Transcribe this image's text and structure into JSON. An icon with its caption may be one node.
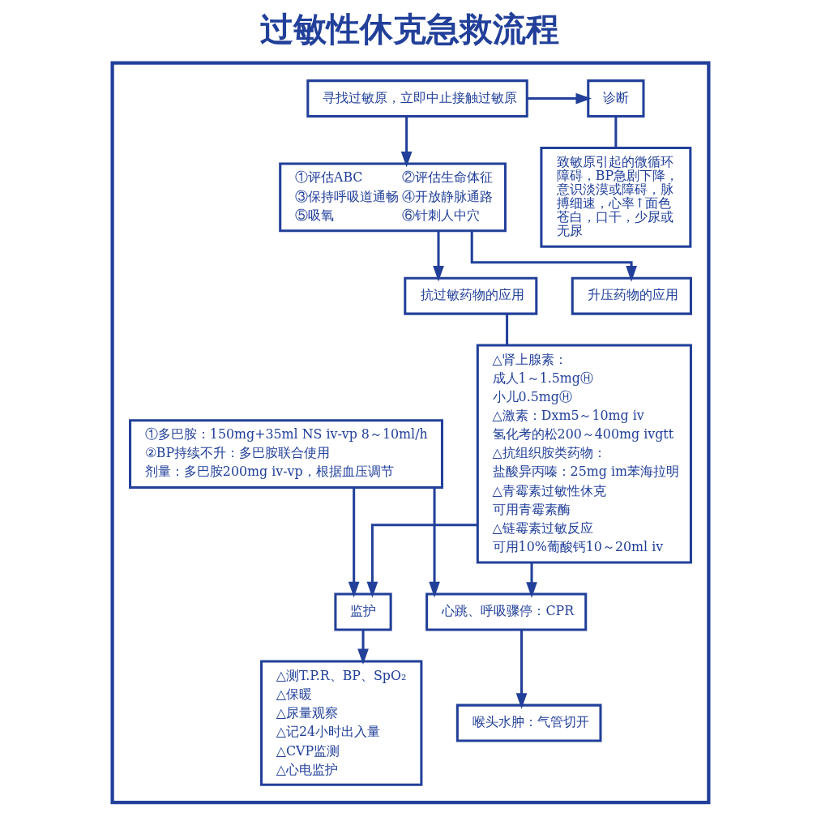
{
  "diagram": {
    "title": "过敏性休克急救流程",
    "nodes": [
      {
        "text": [],
        "shape": "box"
      },
      {
        "text": [
          "诊断"
        ],
        "in": 0
      },
      {
        "text": [
          "寻找过敏原，立即中止接触过敏原"
        ],
        "in": 0
      },
      {
        "text": [
          "致敏原引起的微循环障碍，BP急剧下降，意识淡漠或障碍，脉搏细速，心率↑面色苍白，口干，少尿或无尿"
        ],
        "in": 0
      },
      {
        "text": [
          "①评估ABC",
          "②评估生命体征",
          "③保持呼吸道通畅",
          "④开放静脉通路",
          "⑤吸氧",
          "⑥针刺人中穴"
        ],
        "in": 0
      },
      {
        "text": [
          "抗过敏药物的应用"
        ],
        "in": 0
      },
      {
        "text": [
          "升压药物的应用"
        ],
        "in": 0
      },
      {
        "text": [
          "△肾上腺素：",
          "成人1～1.5mgⒽ",
          "小儿0.5mgⒽ",
          "△激素：Dxm5～10mg iv",
          "氢化考的松200～400mg ivgtt",
          "△抗组织胺类药物：",
          "盐酸异丙嗪：25mg im苯海拉明",
          "△青霉素过敏性休克",
          "可用青霉素酶",
          "△链霉素过敏反应",
          "可用10%葡酸钙10～20ml iv"
        ],
        "in": 0
      },
      {
        "text": [
          "①多巴胺：150mg+35ml NS iv-vp 8～10ml/h",
          "②BP持续不升：多巴胺联合使用",
          "剂量：多巴胺200mg iv-vp，根据血压调节"
        ],
        "in": 0
      },
      {
        "text": [
          "监护"
        ],
        "in": 0
      },
      {
        "text": [
          "△测T.P.R、BP、SpO₂",
          "△保暖",
          "△尿量观察",
          "△记24小时出入量",
          "△CVP监测",
          "△心电监护"
        ],
        "in": 0
      },
      {
        "text": [
          "心跳、呼吸骤停：CPR"
        ],
        "in": 0
      },
      {
        "text": [
          "喉头水肿：气管切开"
        ],
        "in": 0
      }
    ],
    "edges": [
      {
        "from": 2,
        "to": 1,
        "arrow": "to"
      },
      {
        "from": 1,
        "to": 3,
        "arrow": "none"
      },
      {
        "from": 2,
        "to": 4,
        "arrow": "to"
      },
      {
        "from": 4,
        "to": 5,
        "arrow": "to"
      },
      {
        "from": 4,
        "to": 6,
        "arrow": "to"
      },
      {
        "from": 5,
        "to": 7,
        "arrow": "none"
      },
      {
        "from": 7,
        "to": 9,
        "arrow": "to"
      },
      {
        "from": 7,
        "to": 11,
        "arrow": "to"
      },
      {
        "from": 8,
        "to": 9,
        "arrow": "to"
      },
      {
        "from": 8,
        "to": 11,
        "arrow": "to"
      },
      {
        "from": 9,
        "to": 10,
        "arrow": "to"
      },
      {
        "from": 11,
        "to": 12,
        "arrow": "to"
      }
    ]
  }
}
